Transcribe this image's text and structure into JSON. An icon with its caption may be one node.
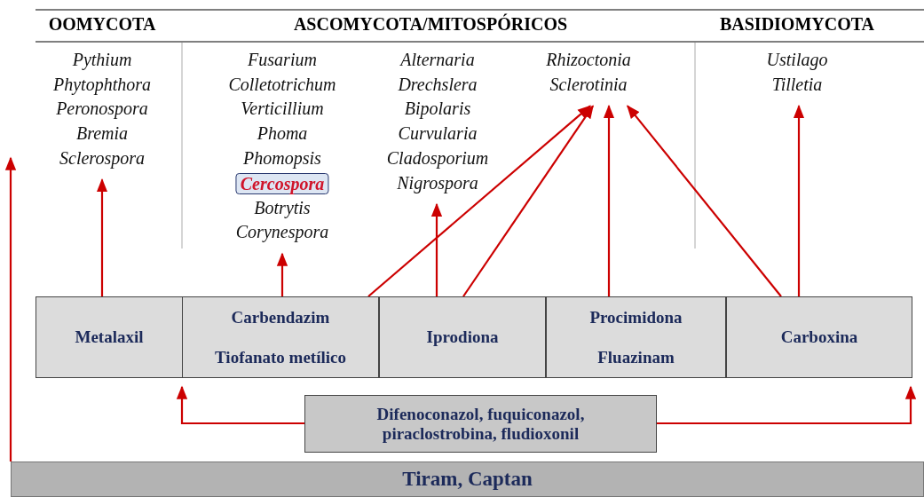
{
  "diagram": {
    "nodes": [
      {
        "text": [
          "Pythium",
          "Phytophthora",
          "Peronospora",
          "Bremia",
          "Sclerospora"
        ]
      },
      {
        "text": [
          "Fusarium",
          "Colletotrichum",
          "Verticillium",
          "Phoma",
          "Phomopsis",
          "Botrytis",
          "Corynespora"
        ]
      },
      {
        "text": [
          "Cercospora"
        ],
        "in": 1
      },
      {
        "text": [
          "Alternaria",
          "Drechslera",
          "Bipolaris",
          "Curvularia",
          "Cladosporium",
          "Nigrospora"
        ]
      },
      {
        "text": [
          "Rhizoctonia",
          "Sclerotinia"
        ]
      },
      {
        "text": [
          "Ustilago",
          "Tilletia"
        ]
      },
      {
        "text": [
          "Metalaxil"
        ]
      },
      {
        "text": [
          "Carbendazim",
          "Tiofanato metílico"
        ]
      },
      {
        "text": [
          "Iprodiona"
        ]
      },
      {
        "text": [
          "Procimidona",
          "Fluazinam"
        ]
      },
      {
        "text": [
          "Carboxina"
        ]
      },
      {
        "text": [
          "Difenoconazol, fuquiconazol, piraclostrobina, fludioxonil"
        ]
      },
      {
        "text": [
          "Tiram, Captan"
        ]
      }
    ],
    "edges": [
      {
        "from": 6,
        "to": 0,
        "arrow": "to"
      },
      {
        "from": 7,
        "to": 1,
        "arrow": "to"
      },
      {
        "from": 8,
        "to": 3,
        "arrow": "to"
      },
      {
        "from": 7,
        "to": 4,
        "arrow": "to"
      },
      {
        "from": 8,
        "to": 4,
        "arrow": "to"
      },
      {
        "from": 9,
        "to": 4,
        "arrow": "to"
      },
      {
        "from": 10,
        "to": 4,
        "arrow": "to"
      },
      {
        "from": 10,
        "to": 5,
        "arrow": "to"
      },
      {
        "from": 11,
        "to": 7,
        "arrow": "to"
      },
      {
        "from": 11,
        "to": 10,
        "arrow": "to"
      },
      {
        "from": 12,
        "to": null,
        "arrow": "to"
      }
    ],
    "labels": [
      "OOMYCOTA",
      "ASCOMYCOTA/MITOSPÓRICOS",
      "BASIDIOMYCOTA"
    ]
  }
}
